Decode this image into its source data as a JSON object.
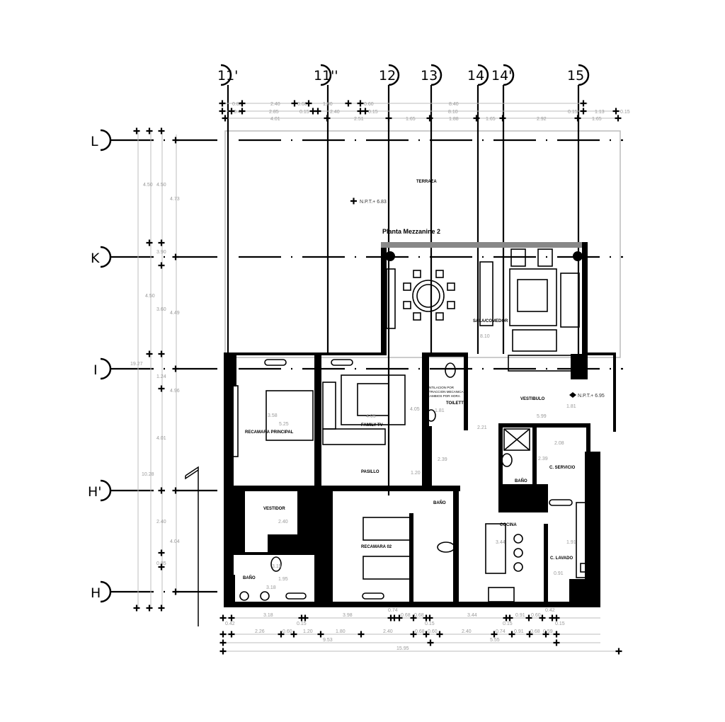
{
  "plan": {
    "title": "Planta Mezzanine  2",
    "axes_columns": [
      "11'",
      "11''",
      "12",
      "13",
      "14",
      "14'",
      "15"
    ],
    "axes_rows": [
      "L",
      "K",
      "I",
      "H'",
      "H"
    ],
    "levels": [
      "N.P.T.+  6.83",
      "N.P.T.+  6.95"
    ],
    "rooms": {
      "terraza": "TERRAZA",
      "sala_comedor": "SALA/COMEDOR",
      "vestibulo": "VESTIBULO",
      "toilette": "TOILETTE",
      "ventilation_note": [
        "VENTILACION POR",
        "EXTRACCION MECANICA",
        "6 CAMBIOS POR HORA"
      ],
      "recamara_principal": "RECAMARA PRINCIPAL",
      "family_tv": "FAMILY TV",
      "pasillo": "PASILLO",
      "vestidor": "VESTIDOR",
      "bano_1": "BAÑO",
      "recamara_02": "RECAMARA  02",
      "bano_2": "BAÑO",
      "cocina": "COCINA",
      "c_servicio": "C. SERVICIO",
      "bano_3": "BAÑO",
      "c_lavado": "C. LAVADO"
    },
    "interior_dims": [
      "8.10",
      "5.25",
      "3.58",
      "4.05",
      "4.05",
      "1.20",
      "2.39",
      "5.99",
      "1.81",
      "1.81",
      "2.21",
      "2.08",
      "2.39",
      "3.44",
      "1.91",
      "0.91",
      "2.40",
      "3.18",
      "1.95",
      "3.15"
    ],
    "dims_top": {
      "row1": [
        "0.88",
        "2.40",
        "0.60",
        "1.80",
        "0.60",
        "8.40"
      ],
      "row2": [
        "0.46",
        "2.85",
        "0.15",
        "2.40",
        "0.15",
        "8.10",
        "0.15",
        "1.13",
        "0.15"
      ],
      "row3": [
        "4.01",
        "2.51",
        "1.65",
        "1.88",
        "1.65",
        "2.92",
        "1.65"
      ]
    },
    "dims_bottom": {
      "row1": [
        "0.42",
        "3.18",
        "0.15",
        "3.98",
        "0.74",
        "0.68",
        "0.68",
        "0.15",
        "3.44",
        "0.15",
        "0.91",
        "0.60",
        "0.42",
        "0.15"
      ],
      "row2": [
        "2.26",
        "0.60",
        "1.20",
        "1.80",
        "2.40",
        "0.68",
        "0.60",
        "2.40",
        "0.74",
        "0.91",
        "0.68",
        "0.59"
      ],
      "row3": [
        "9.53",
        "5.55"
      ],
      "row4": [
        "15.95"
      ]
    },
    "dims_left": [
      "4.50",
      "4.50",
      "4.50",
      "3.90",
      "3.60",
      "1.24",
      "4.01",
      "2.40",
      "0.85",
      "4.73",
      "4.49",
      "4.96",
      "4.04",
      "10.28",
      "19.27"
    ]
  }
}
